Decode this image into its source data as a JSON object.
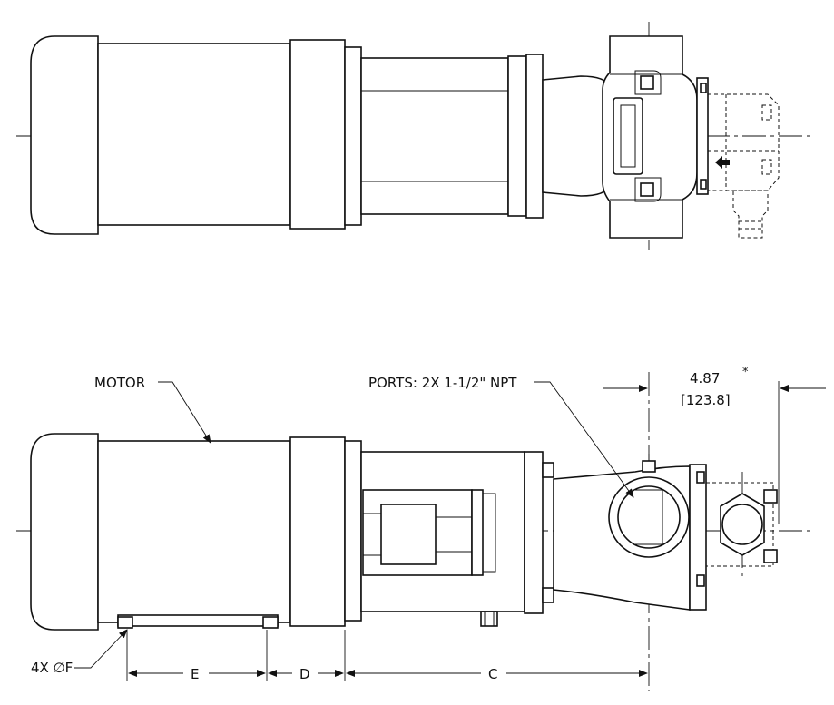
{
  "labels": {
    "motor": "MOTOR",
    "ports": "PORTS:  2X 1-1/2\" NPT",
    "hole": "4X  ∅F",
    "dim_e": "E",
    "dim_d": "D",
    "dim_c": "C",
    "dim_inch": "4.87",
    "dim_mm": "[123.8]",
    "asterisk": "*"
  },
  "icons": {
    "flow_arrow": "flow-direction-arrow-icon"
  }
}
